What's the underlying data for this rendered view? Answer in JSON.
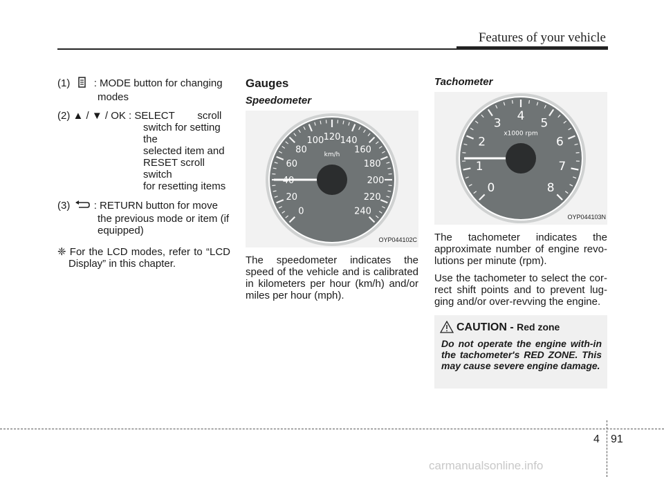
{
  "header": {
    "title": "Features of your vehicle"
  },
  "buttons": [
    {
      "num": "(1)",
      "code": ": MODE button for changing",
      "cont": "modes"
    },
    {
      "num": "(2) ▲ / ▼ / OK :",
      "line1": "SELECT scroll",
      "lines": [
        "switch for setting the",
        "selected item and",
        "RESET scroll switch",
        "for resetting items"
      ]
    },
    {
      "num": "(3)",
      "code": ": RETURN button for move",
      "lines": [
        "the previous mode or item (if",
        "equipped)"
      ]
    }
  ],
  "note": "❈ For the LCD modes, refer to “LCD Display” in this chapter.",
  "gauges": {
    "heading": "Gauges",
    "speedometer": {
      "heading": "Speedometer",
      "image_code": "OYP044102C",
      "kmh_labels": [
        "0",
        "20",
        "40",
        "60",
        "80",
        "100",
        "120",
        "140",
        "160",
        "180",
        "200",
        "220",
        "240"
      ],
      "unit": "km/h",
      "text": "The speedometer indicates the speed of the vehicle and is calibrated in kilometers per hour (km/h) and/or miles per hour (mph)."
    },
    "tachometer": {
      "heading": "Tachometer",
      "image_code": "OYP044103N",
      "labels": [
        "0",
        "1",
        "2",
        "3",
        "4",
        "5",
        "6",
        "7",
        "8"
      ],
      "unit": "x1000 rpm",
      "text1": "The tachometer indicates the approximate number of engine revo-lutions per minute (rpm).",
      "text2": "Use the tachometer to select the cor-rect shift points and to prevent lug-ging and/or over-revving the engine."
    }
  },
  "caution": {
    "title": "CAUTION -",
    "subtitle": "Red zone",
    "text": "Do not operate the engine with-in the tachometer's RED ZONE. This may cause severe engine damage."
  },
  "footer": {
    "chapter": "4",
    "page": "91",
    "watermark": "carmanualsonline.info"
  }
}
